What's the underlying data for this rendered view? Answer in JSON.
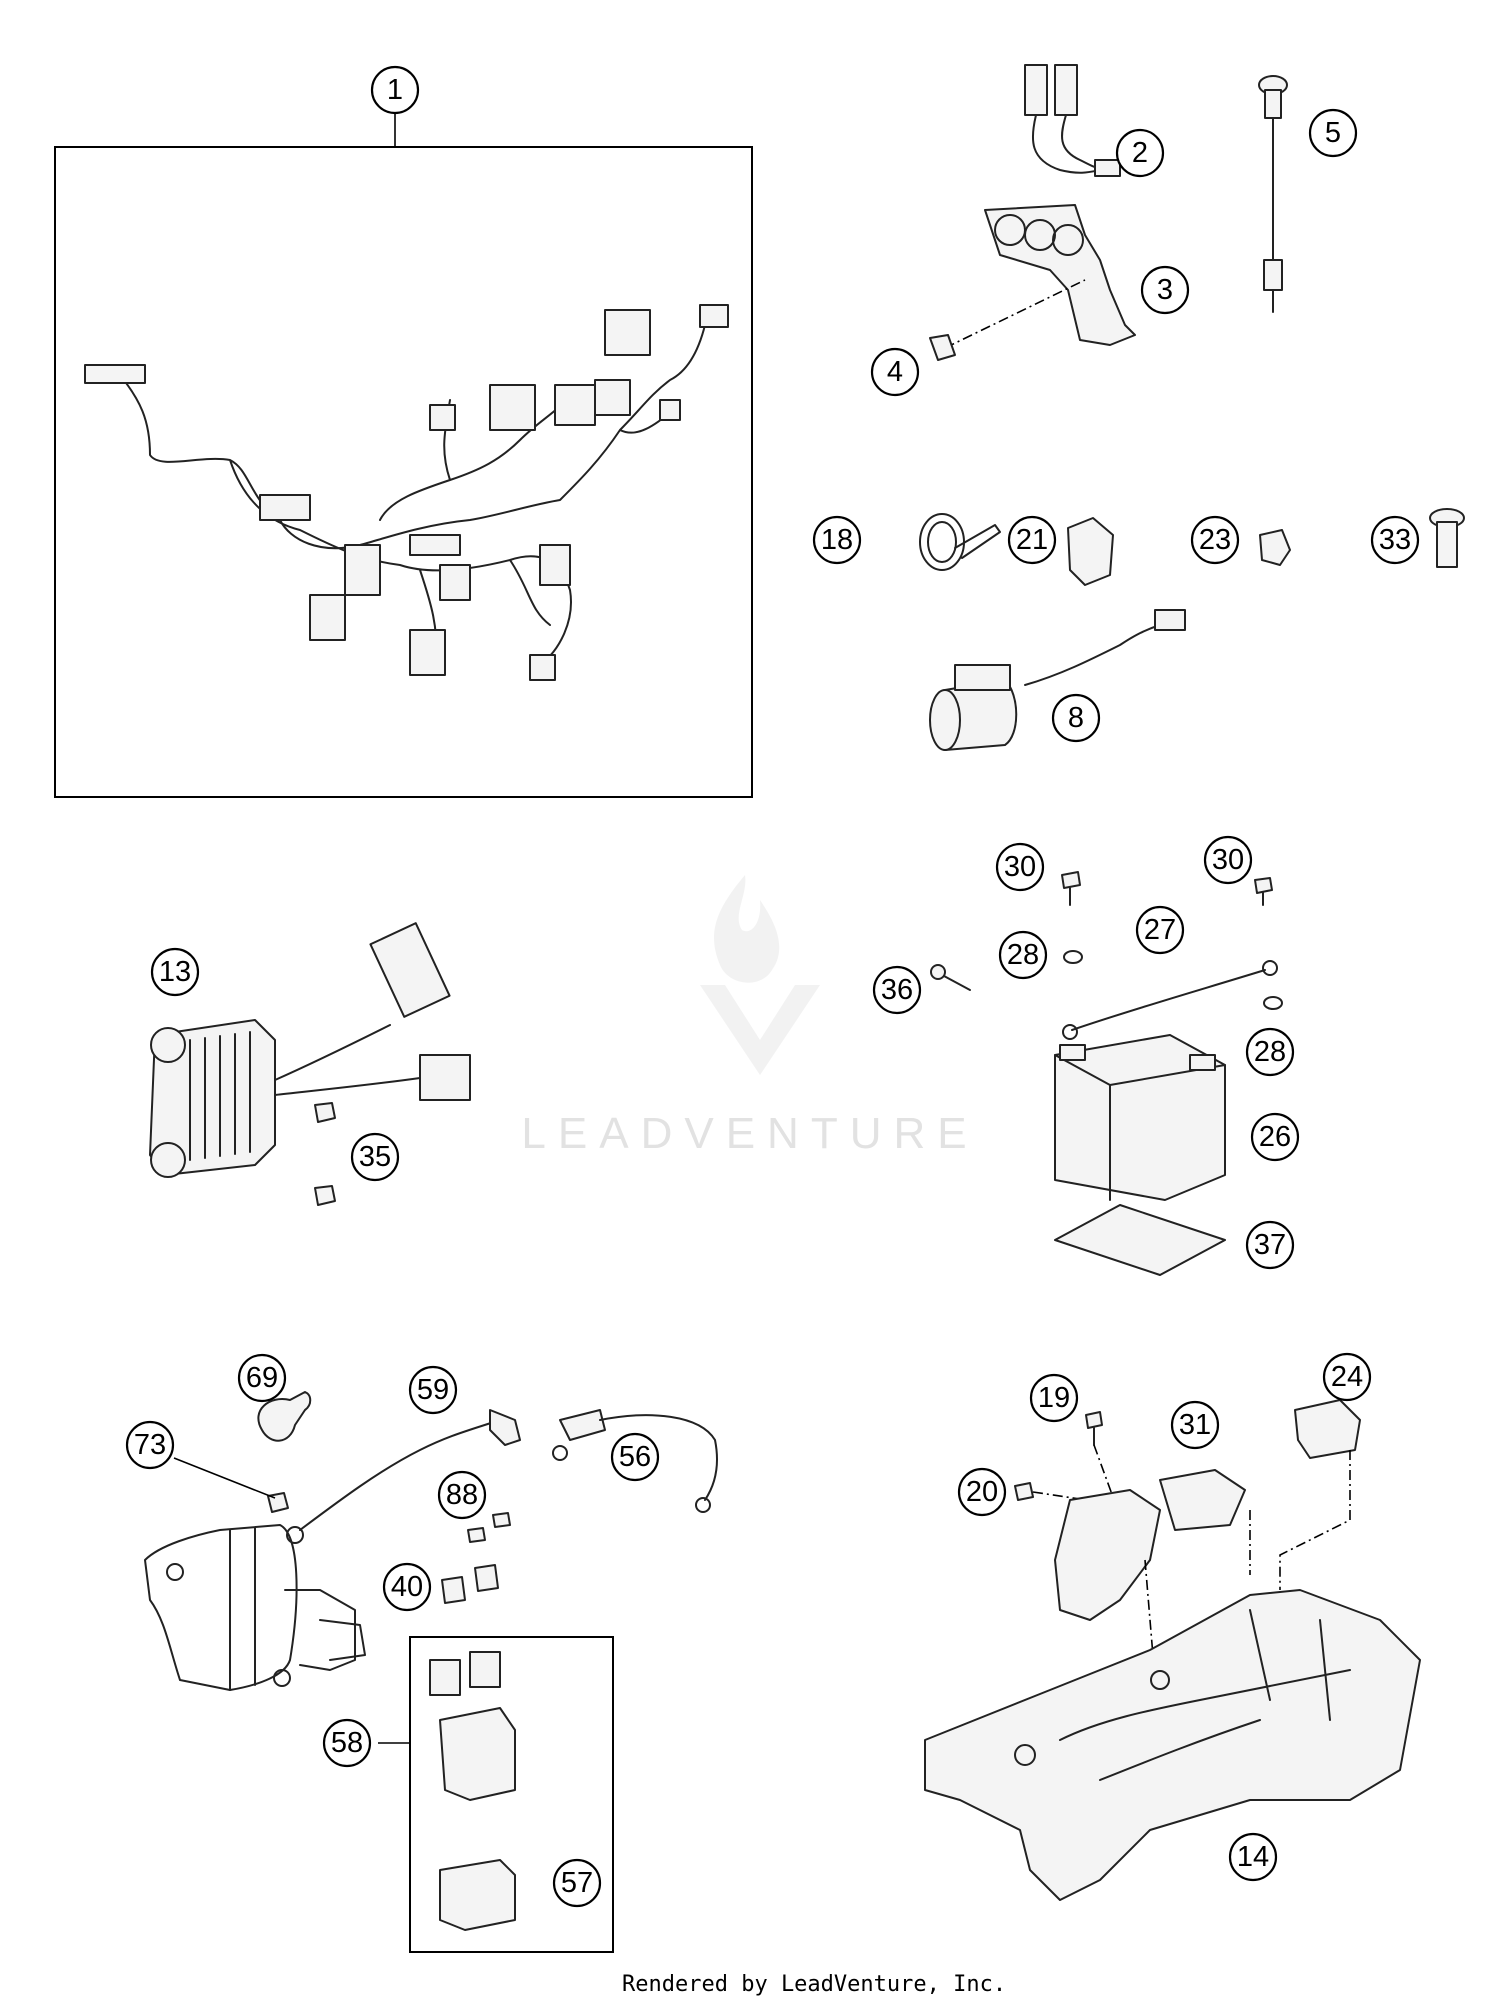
{
  "diagram": {
    "callouts": [
      "1",
      "2",
      "3",
      "4",
      "5",
      "8",
      "13",
      "14",
      "18",
      "19",
      "20",
      "21",
      "23",
      "24",
      "26",
      "27",
      "28",
      "28",
      "30",
      "30",
      "31",
      "33",
      "35",
      "36",
      "37",
      "40",
      "56",
      "57",
      "58",
      "59",
      "69",
      "73",
      "88"
    ]
  },
  "watermark": {
    "brand": "LEADVENTURE"
  },
  "footer": {
    "text": "Rendered by LeadVenture, Inc."
  }
}
